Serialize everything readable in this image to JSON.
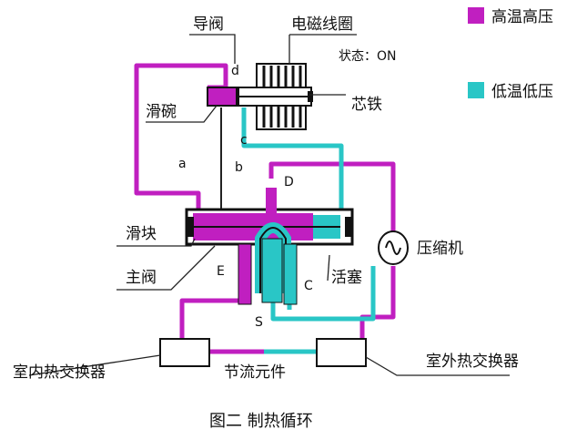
{
  "diagram": {
    "caption": "图二 制热循环",
    "legend": [
      {
        "key": "high",
        "label": "高温高压",
        "color": "#c01fc0"
      },
      {
        "key": "low",
        "label": "低温低压",
        "color": "#29c6c6"
      }
    ],
    "labels": {
      "pilot_valve": "导阀",
      "solenoid_coil": "电磁线圈",
      "state": "状态：ON",
      "slide_bowl": "滑碗",
      "iron_core": "芯铁",
      "slider": "滑块",
      "main_valve": "主阀",
      "piston": "活塞",
      "compressor": "压缩机",
      "indoor_hx": "室内热交换器",
      "outdoor_hx": "室外热交换器",
      "throttle": "节流元件"
    },
    "ports": {
      "a": "a",
      "b": "b",
      "c": "c",
      "d": "d",
      "D": "D",
      "E": "E",
      "C": "C",
      "S": "S"
    }
  }
}
